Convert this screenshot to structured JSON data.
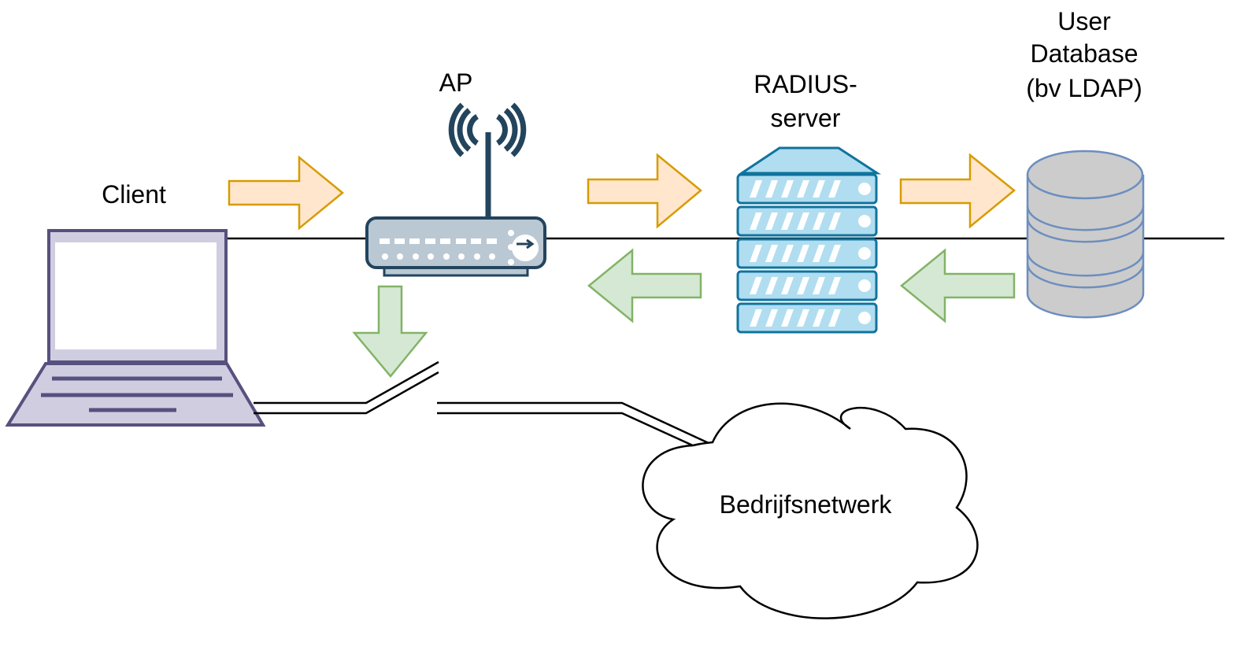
{
  "labels": {
    "client": "Client",
    "ap": "AP",
    "radius_line1": "RADIUS-",
    "radius_line2": "server",
    "db_line1": "User",
    "db_line2": "Database",
    "db_line3": "(bv LDAP)",
    "network": "Bedrijfsnetwerk"
  },
  "colors": {
    "request_arrow_fill": "#ffe6cc",
    "request_arrow_stroke": "#d79b00",
    "response_arrow_fill": "#d5e8d4",
    "response_arrow_stroke": "#82b366",
    "laptop_fill": "#d0cde1",
    "laptop_stroke": "#56517e",
    "ap_fill": "#bac8d3",
    "ap_stroke": "#23445d",
    "server_fill": "#b1ddf0",
    "server_stroke": "#10739e",
    "db_fill": "#cccccc",
    "db_stroke": "#6c8ebf"
  }
}
